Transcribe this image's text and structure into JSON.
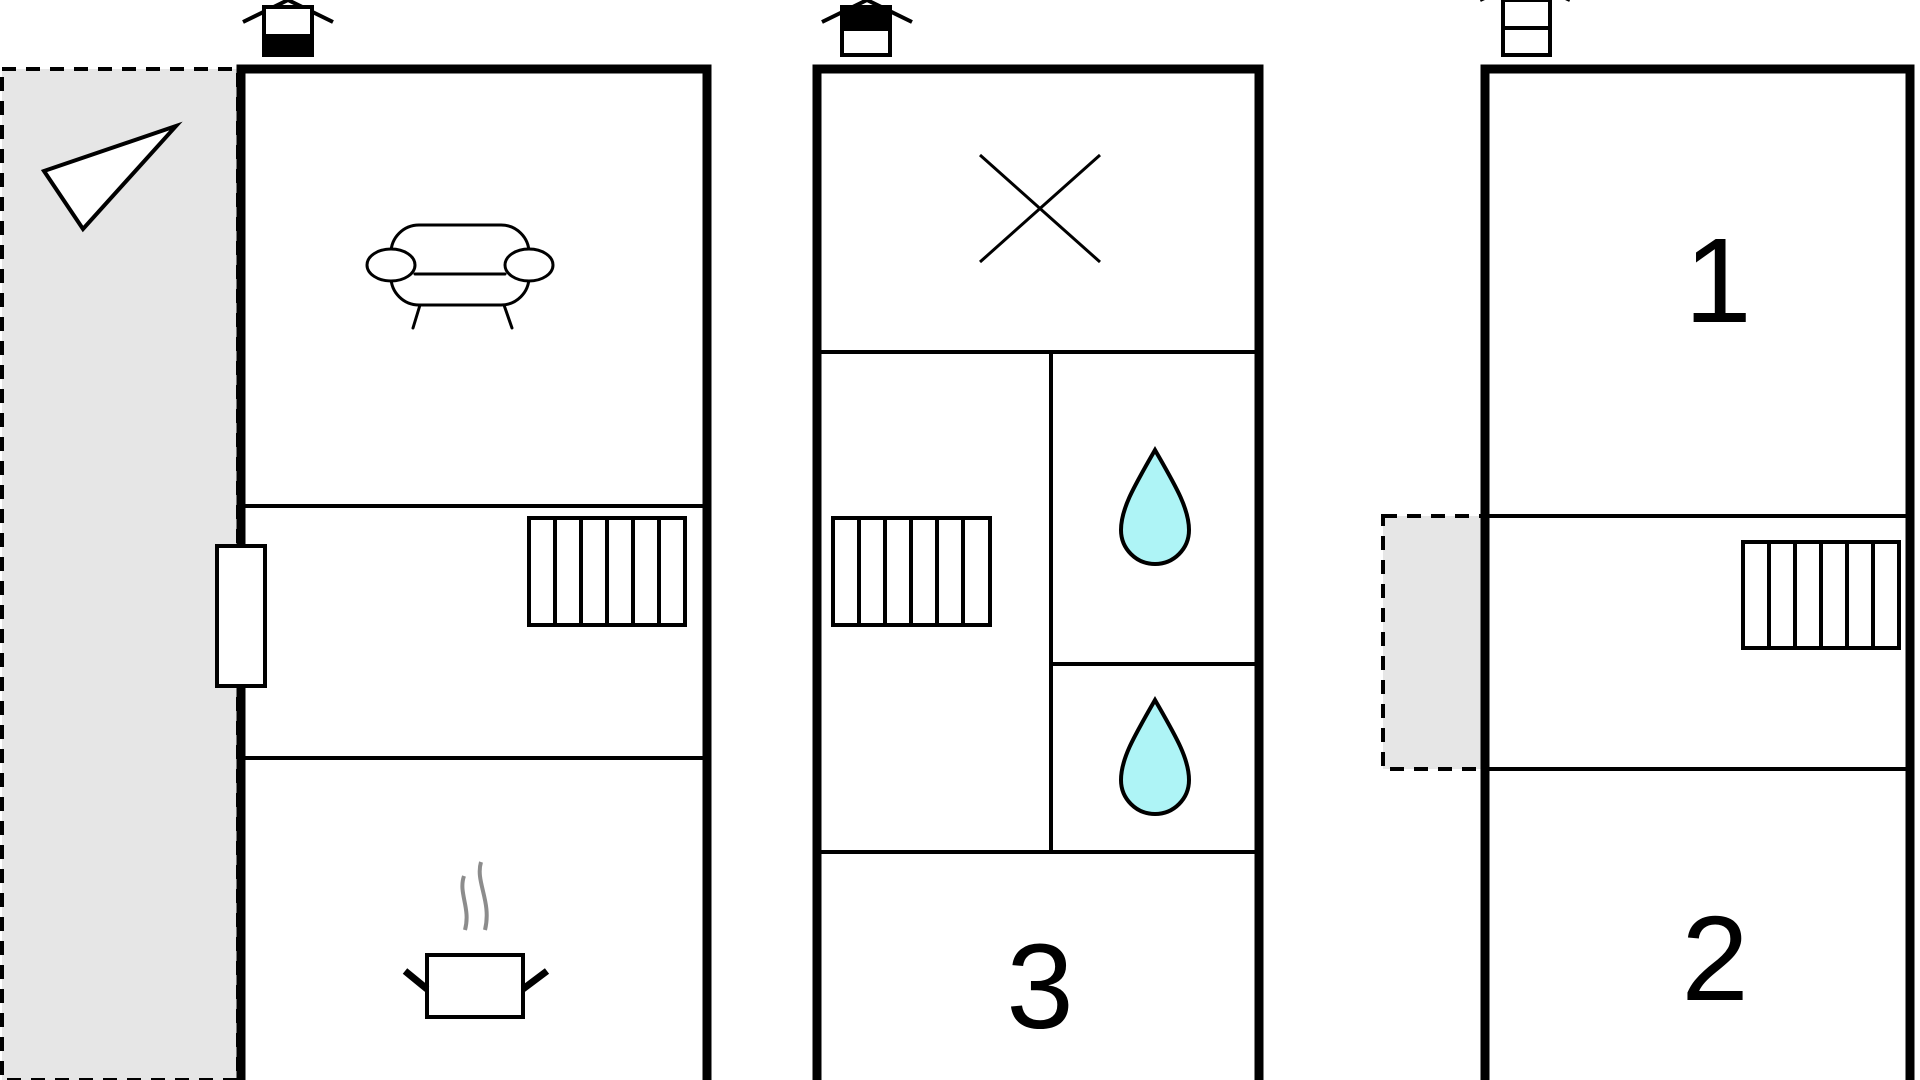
{
  "floors": [
    {
      "name": "floor-ground",
      "rooms": [
        {
          "name": "living-room",
          "icon": "armchair-icon"
        },
        {
          "name": "hallway",
          "icon": "staircase-icon"
        },
        {
          "name": "kitchen",
          "icon": "cooking-pot-icon"
        }
      ],
      "features": [
        "terrace",
        "compass-north-arrow",
        "entrance-door",
        "floor-level-marker"
      ]
    },
    {
      "name": "floor-first",
      "rooms": [
        {
          "name": "open-space",
          "icon": "cross-icon"
        },
        {
          "name": "stair-hall",
          "icon": "staircase-icon"
        },
        {
          "name": "bathroom-1",
          "icon": "water-drop-icon"
        },
        {
          "name": "bathroom-2",
          "icon": "water-drop-icon"
        },
        {
          "name": "bedroom-3",
          "number": "3"
        }
      ],
      "features": [
        "floor-level-marker"
      ]
    },
    {
      "name": "floor-second",
      "rooms": [
        {
          "name": "bedroom-1",
          "number": "1"
        },
        {
          "name": "stair-hall",
          "icon": "staircase-icon"
        },
        {
          "name": "bedroom-2",
          "number": "2"
        }
      ],
      "features": [
        "balcony",
        "floor-level-marker"
      ]
    }
  ],
  "colors": {
    "wall": "#000000",
    "outdoor_area": "#e6e6e6",
    "water": "#aef4f6",
    "steam": "#8c8c8c"
  }
}
